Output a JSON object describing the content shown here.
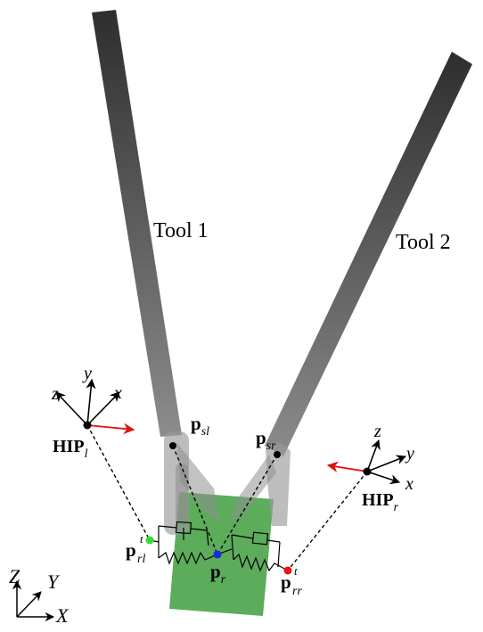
{
  "labels": {
    "tool1": "Tool 1",
    "tool2": "Tool 2",
    "hip_left_main": "HIP",
    "hip_left_sub": "l",
    "hip_right_main": "HIP",
    "hip_right_sub": "r",
    "psl_main": "p",
    "psl_sub": "sl",
    "psr_main": "p",
    "psr_sub": "sr",
    "pr_main": "p",
    "pr_sub": "r",
    "prl_main": "p",
    "prl_sub": "rl",
    "prl_sup": "t",
    "prr_main": "p",
    "prr_sub": "rr",
    "prr_sup": "t"
  },
  "axes_hip_left": {
    "x": "x",
    "y": "y",
    "z": "z"
  },
  "axes_hip_right": {
    "x": "x",
    "y": "y",
    "z": "z"
  },
  "axes_world": {
    "X": "X",
    "Y": "Y",
    "Z": "Z"
  },
  "colors": {
    "object": "#3f9e3f",
    "point_pr": "#1a2ad6",
    "point_prl": "#33dd33",
    "point_prr": "#ee1111",
    "force_arrow": "#dd1111"
  }
}
